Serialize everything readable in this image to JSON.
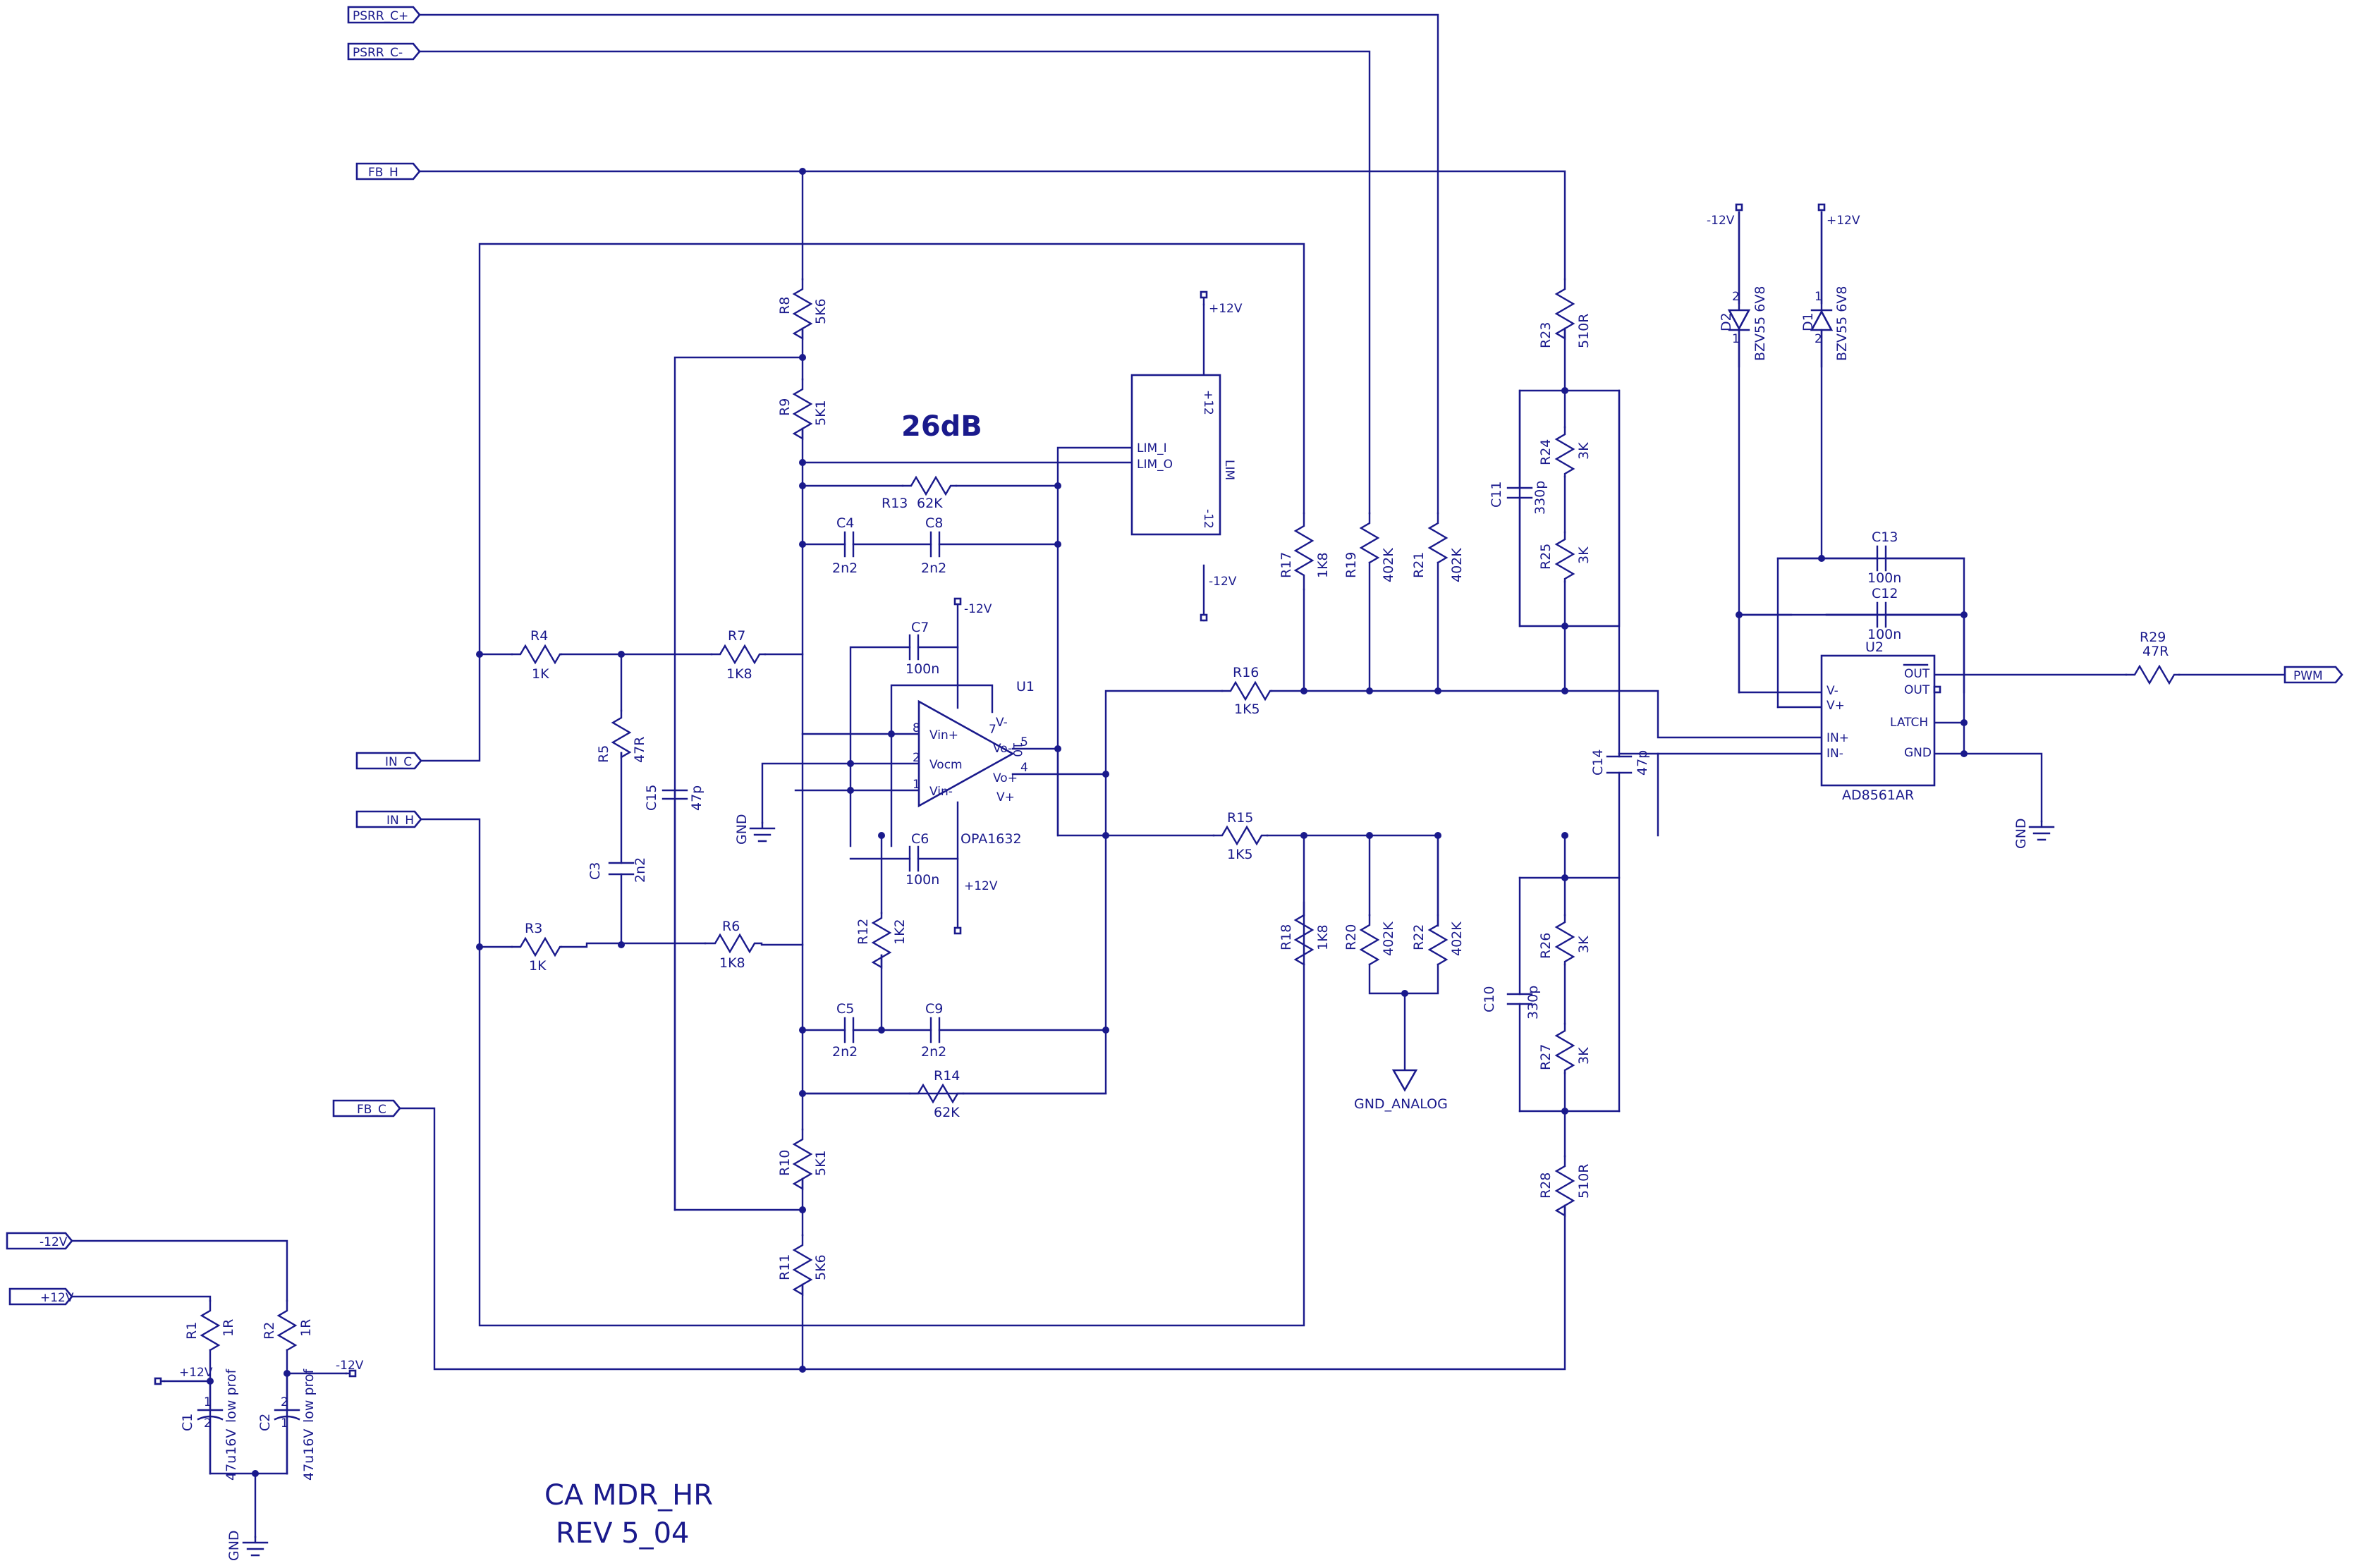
{
  "title": {
    "line1": "CA MDR_HR",
    "line2": "REV 5_04"
  },
  "gain_label": "26dB",
  "ports": {
    "psrr_cp": "PSRR_C+",
    "psrr_cm": "PSRR_C-",
    "fb_h": "FB_H",
    "in_c": "IN_C",
    "in_h": "IN_H",
    "fb_c": "FB_C",
    "m12v": "-12V",
    "p12v": "+12V",
    "pwm": "PWM"
  },
  "nets": {
    "gnd": "GND",
    "gnd_analog": "GND_ANALOG",
    "p12": "+12V",
    "m12": "-12V"
  },
  "u1": {
    "ref": "U1",
    "part": "OPA1632",
    "pins": {
      "vinp": "Vin+",
      "vocm": "Vocm",
      "vinm": "Vin-",
      "vom": "Vo-",
      "vop": "Vo+",
      "vp": "V+",
      "vm": "V-",
      "n8": "8",
      "n2": "2",
      "n1": "1",
      "n5": "5",
      "n4": "4",
      "n7": "7",
      "n10": "10"
    }
  },
  "u2": {
    "ref": "U2",
    "part": "AD8561AR",
    "pins": {
      "out_n": "OUT",
      "out": "OUT",
      "latch": "LATCH",
      "gnd": "GND",
      "vm": "V-",
      "vp": "V+",
      "inp": "IN+",
      "inm": "IN-"
    }
  },
  "lim": {
    "name": "LIM",
    "lim_i": "LIM_I",
    "lim_o": "LIM_O",
    "p12": "+12",
    "m12": "-12"
  },
  "resistors": {
    "r1": {
      "ref": "R1",
      "val": "1R"
    },
    "r2": {
      "ref": "R2",
      "val": "1R"
    },
    "r3": {
      "ref": "R3",
      "val": "1K"
    },
    "r4": {
      "ref": "R4",
      "val": "1K"
    },
    "r5": {
      "ref": "R5",
      "val": "47R"
    },
    "r6": {
      "ref": "R6",
      "val": "1K8"
    },
    "r7": {
      "ref": "R7",
      "val": "1K8"
    },
    "r8": {
      "ref": "R8",
      "val": "5K6"
    },
    "r9": {
      "ref": "R9",
      "val": "5K1"
    },
    "r10": {
      "ref": "R10",
      "val": "5K1"
    },
    "r11": {
      "ref": "R11",
      "val": "5K6"
    },
    "r12": {
      "ref": "R12",
      "val": "1K2"
    },
    "r13": {
      "ref": "R13",
      "val": "62K"
    },
    "r14": {
      "ref": "R14",
      "val": "62K"
    },
    "r15": {
      "ref": "R15",
      "val": "1K5"
    },
    "r16": {
      "ref": "R16",
      "val": "1K5"
    },
    "r17": {
      "ref": "R17",
      "val": "1K8"
    },
    "r18": {
      "ref": "R18",
      "val": "1K8"
    },
    "r19": {
      "ref": "R19",
      "val": "402K"
    },
    "r20": {
      "ref": "R20",
      "val": "402K"
    },
    "r21": {
      "ref": "R21",
      "val": "402K"
    },
    "r22": {
      "ref": "R22",
      "val": "402K"
    },
    "r23": {
      "ref": "R23",
      "val": "510R"
    },
    "r24": {
      "ref": "R24",
      "val": "3K"
    },
    "r25": {
      "ref": "R25",
      "val": "3K"
    },
    "r26": {
      "ref": "R26",
      "val": "3K"
    },
    "r27": {
      "ref": "R27",
      "val": "3K"
    },
    "r28": {
      "ref": "R28",
      "val": "510R"
    },
    "r29": {
      "ref": "R29",
      "val": "47R"
    }
  },
  "capacitors": {
    "c1": {
      "ref": "C1",
      "val": "47u16V",
      "note": "low prof"
    },
    "c2": {
      "ref": "C2",
      "val": "47u16V",
      "note": "low prof"
    },
    "c3": {
      "ref": "C3",
      "val": "2n2"
    },
    "c4": {
      "ref": "C4",
      "val": "2n2"
    },
    "c5": {
      "ref": "C5",
      "val": "2n2"
    },
    "c6": {
      "ref": "C6",
      "val": "100n"
    },
    "c7": {
      "ref": "C7",
      "val": "100n"
    },
    "c8": {
      "ref": "C8",
      "val": "2n2"
    },
    "c9": {
      "ref": "C9",
      "val": "2n2"
    },
    "c10": {
      "ref": "C10",
      "val": "330p"
    },
    "c11": {
      "ref": "C11",
      "val": "330p"
    },
    "c12": {
      "ref": "C12",
      "val": "100n"
    },
    "c13": {
      "ref": "C13",
      "val": "100n"
    },
    "c14": {
      "ref": "C14",
      "val": "47p"
    },
    "c15": {
      "ref": "C15",
      "val": "47p"
    }
  },
  "diodes": {
    "d1": {
      "ref": "D1",
      "val": "BZV55 6V8"
    },
    "d2": {
      "ref": "D2",
      "val": "BZV55 6V8"
    }
  },
  "pin_nums": {
    "one": "1",
    "two": "2"
  },
  "colors": {
    "ink": "#1a1a8c",
    "paper": "#ffffff"
  }
}
